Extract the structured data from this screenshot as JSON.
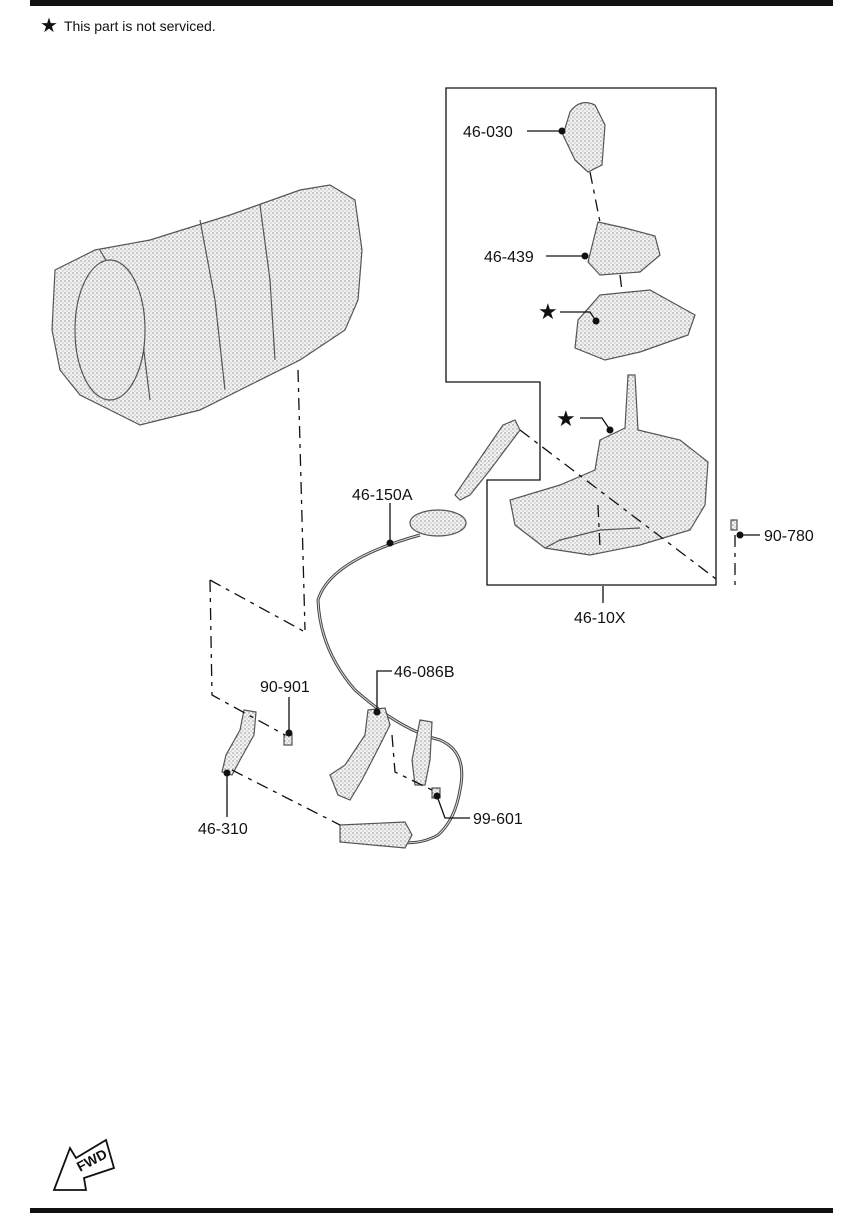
{
  "note": {
    "star": "★",
    "text": "This part is not serviced."
  },
  "callouts": {
    "p46_030": "46-030",
    "p46_439": "46-439",
    "p46_150A": "46-150A",
    "p46_10X": "46-10X",
    "p90_780": "90-780",
    "p46_086B": "46-086B",
    "p90_901": "90-901",
    "p46_310": "46-310",
    "p99_601": "99-601"
  },
  "star_markers": [
    "★",
    "★"
  ],
  "fwd_label": "FWD",
  "colors": {
    "ink": "#111111",
    "stipple": "#9a9a9a",
    "background": "#ffffff"
  }
}
